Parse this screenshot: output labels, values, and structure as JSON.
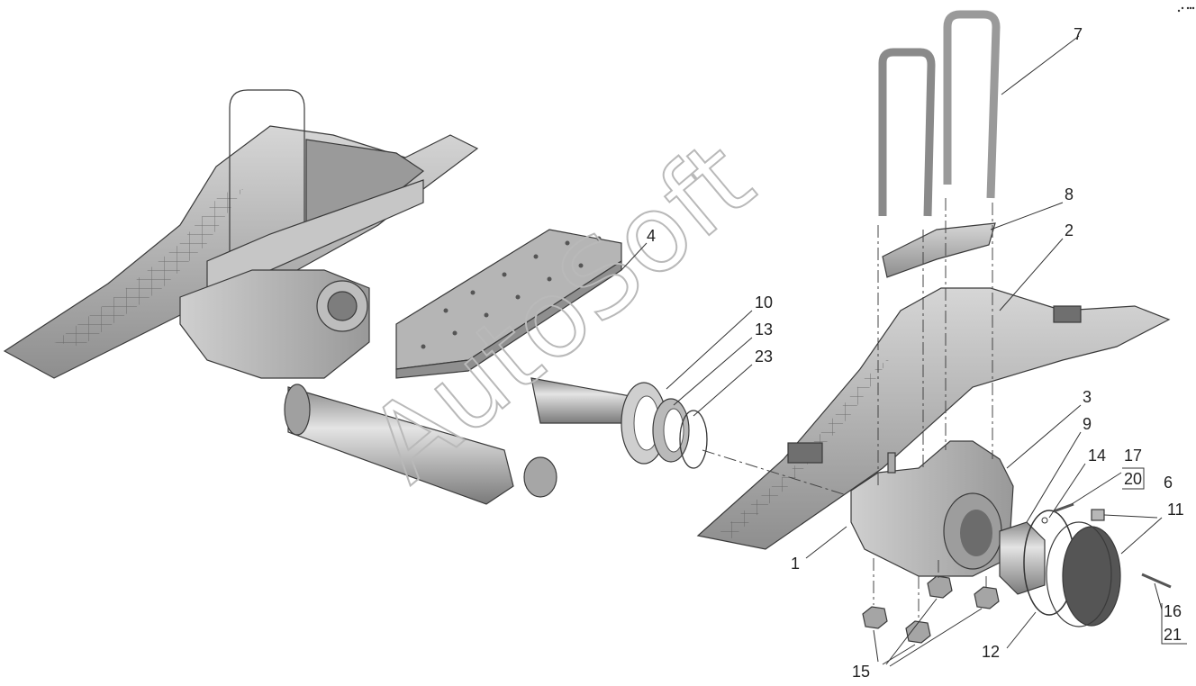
{
  "watermark": "AutoSoft",
  "callouts": {
    "c1": "1",
    "c2": "2",
    "c3": "3",
    "c4": "4",
    "c6": "6",
    "c7": "7",
    "c8": "8",
    "c9": "9",
    "c10": "10",
    "c11": "11",
    "c12": "12",
    "c13": "13",
    "c14": "14",
    "c15": "15",
    "c16": "16",
    "c17": "17",
    "c20": "20",
    "c21": "21",
    "c23": "23"
  },
  "colors": {
    "metal": "#a9a9a9",
    "metal_dark": "#7c7c7c",
    "metal_light": "#d2d2d2",
    "ink": "#333333"
  }
}
